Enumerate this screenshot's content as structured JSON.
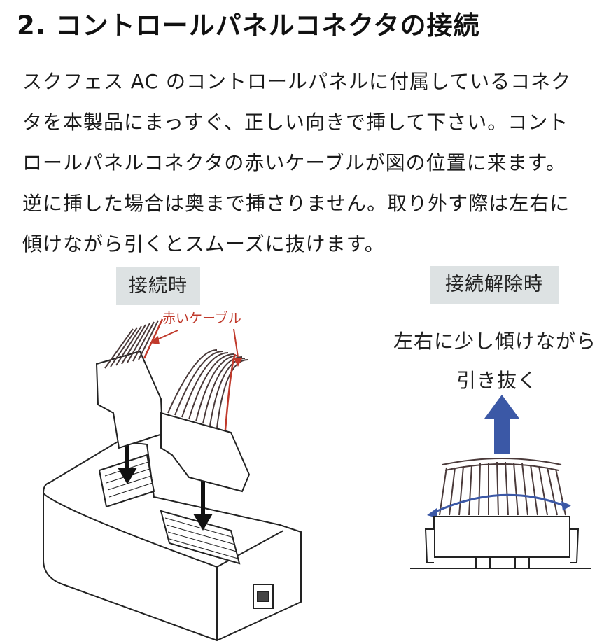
{
  "heading": "2. コントロールパネルコネクタの接続",
  "body_lines": [
    "スクフェス AC のコントロールパネルに付属しているコネク",
    "タを本製品にまっすぐ、正しい向きで挿して下さい。コント",
    "ロールパネルコネクタの赤いケーブルが図の位置に来ます。",
    "逆に挿した場合は奥まで挿さりません。取り外す際は左右に",
    "傾けながら引くとスムーズに抜けます。"
  ],
  "figure_connected": {
    "label": "接続時",
    "red_cable_label": "赤いケーブル"
  },
  "figure_release": {
    "label": "接続解除時",
    "instruction_line1": "左右に少し傾けながら",
    "instruction_line2": "引き抜く"
  },
  "colors": {
    "red_cable": "#c0392b",
    "arrow_blue": "#3b58a6",
    "label_bg": "#dde2e3"
  }
}
